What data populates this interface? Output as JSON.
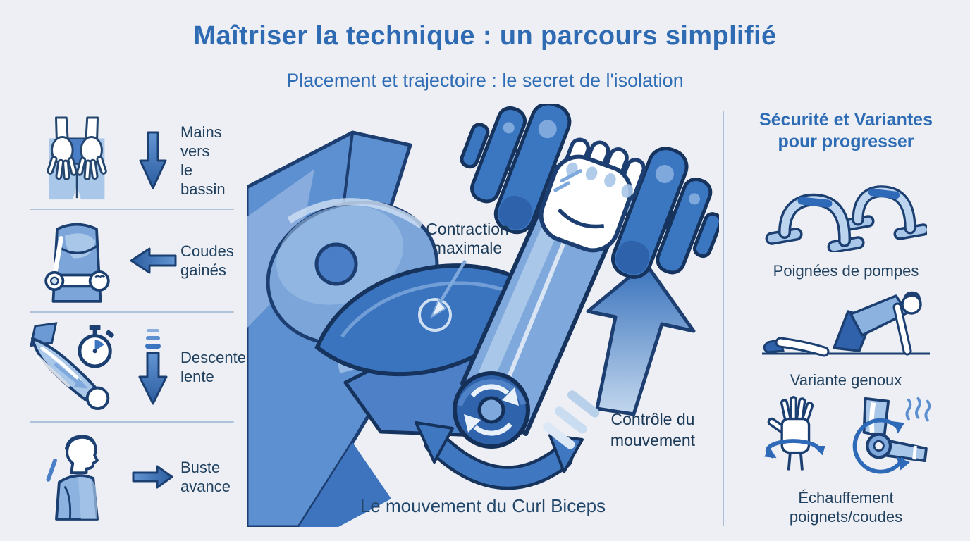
{
  "header": {
    "title": "Maîtriser la technique : un parcours simplifié",
    "subtitle": "Placement et trajectoire : le secret de l'isolation"
  },
  "left_column": {
    "steps": [
      {
        "icon": "hands-on-pelvis-icon",
        "arrow": "down-arrow-icon",
        "line1": "Mains vers",
        "line2": "le bassin"
      },
      {
        "icon": "elbows-tucked-icon",
        "arrow": "left-arrow-icon",
        "line1": "Coudes",
        "line2": "gainés"
      },
      {
        "icon": "slow-descent-stopwatch-icon",
        "arrow": "dashed-down-arrow-icon",
        "line1": "Descente",
        "line2": "lente"
      },
      {
        "icon": "torso-forward-icon",
        "arrow": "right-arrow-icon",
        "line1": "Buste",
        "line2": "avance"
      }
    ]
  },
  "center_diagram": {
    "illustration": "biceps-curl-arm-with-dumbbell",
    "annotation_contraction_line1": "Contraction",
    "annotation_contraction_line2": "maximale",
    "annotation_control_line1": "Contrôle du",
    "annotation_control_line2": "mouvement",
    "caption": "Le mouvement du Curl Biceps"
  },
  "right_column": {
    "title_line1": "Sécurité et Variantes",
    "title_line2": "pour progresser",
    "items": [
      {
        "icon": "pushup-handles-icon",
        "label": "Poignées de pompes"
      },
      {
        "icon": "knee-pushup-icon",
        "label": "Variante genoux"
      },
      {
        "icon": "wrist-elbow-warmup-icon",
        "label_line1": "Échauffement",
        "label_line2": "poignets/coudes"
      }
    ]
  },
  "colors": {
    "background": "#edeff4",
    "title_blue": "#2e6bb3",
    "subtitle_blue": "#2f6db6",
    "navy_text": "#21415f",
    "outline_navy": "#1c3f72",
    "accent_blue": "#3b74bf",
    "mid_blue": "#5d90d1",
    "light_blue": "#a9c7e8",
    "divider": "#aec3da"
  }
}
